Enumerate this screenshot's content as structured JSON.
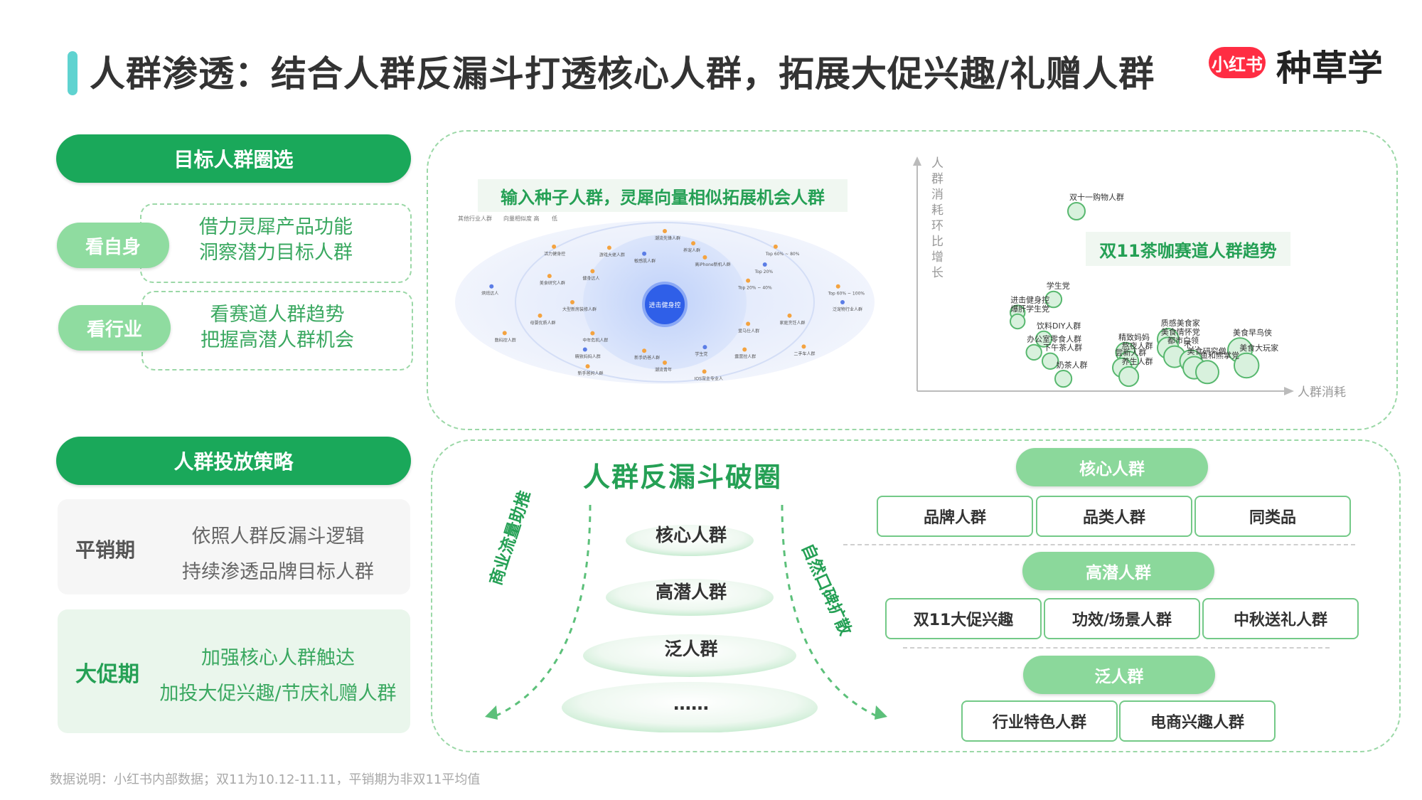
{
  "header": {
    "title": "人群渗透：结合人群反漏斗打透核心人群，拓展大促兴趣/礼赠人群",
    "logo_badge": "小红书",
    "logo_text": "种草学"
  },
  "left": {
    "section1_title": "目标人群圈选",
    "items": [
      {
        "tag": "看自身",
        "line1": "借力灵犀产品功能",
        "line2": "洞察潜力目标人群"
      },
      {
        "tag": "看行业",
        "line1": "看赛道人群趋势",
        "line2": "把握高潜人群机会"
      }
    ],
    "section2_title": "人群投放策略",
    "strategies": [
      {
        "period": "平销期",
        "line1": "依照人群反漏斗逻辑",
        "line2": "持续渗透品牌目标人群"
      },
      {
        "period": "大促期",
        "line1": "加强核心人群触达",
        "line2": "加投大促兴趣/节庆礼赠人群"
      }
    ]
  },
  "top_panel": {
    "seed_caption": "输入种子人群，灵犀向量相似拓展机会人群",
    "network_legend": [
      "其他行业人群",
      "向量相似度 高",
      "低"
    ],
    "network_center": "进击健身控",
    "network_nodes": [
      "泛宠物行业人群",
      "家庭烹饪人群",
      "爱马仕人群",
      "二手车人群",
      "露营控人群",
      "学生党",
      "IOS宠主专业人",
      "潮流青年",
      "新手奶爸人群",
      "新手爸妈人群",
      "精致妈妈人群",
      "中年危机人群",
      "数码控人群",
      "母婴优质人群",
      "大型新房装修人群",
      "烘焙达人",
      "美食研究人群",
      "健身达人",
      "活力健身控",
      "游戏大佬人群",
      "敏感肌人群",
      "潮流先锋人群",
      "养宠人群",
      "高iPhone新机人群",
      "Top 60% ~ 80%",
      "Top 20%",
      "Top 20% ~ 40%",
      "Top 60% ~ 100%"
    ],
    "trend_caption": "双11茶咖赛道人群趋势",
    "chart_data": {
      "type": "scatter",
      "title": "双11茶咖赛道人群趋势",
      "xlabel": "人群消耗",
      "ylabel": "人群消耗环比增长",
      "points": [
        {
          "label": "双十一购物人群",
          "x": 0.4,
          "y": 0.8
        },
        {
          "label": "学生党",
          "x": 0.33,
          "y": 0.4
        },
        {
          "label": "进击健身控",
          "x": 0.22,
          "y": 0.34
        },
        {
          "label": "爆肝学生党",
          "x": 0.22,
          "y": 0.3
        },
        {
          "label": "饮料DIY人群",
          "x": 0.3,
          "y": 0.22
        },
        {
          "label": "办公室零食人群",
          "x": 0.27,
          "y": 0.16
        },
        {
          "label": "精致妈妈",
          "x": 0.55,
          "y": 0.16
        },
        {
          "label": "质感美食家",
          "x": 0.68,
          "y": 0.22
        },
        {
          "label": "美食情怀党",
          "x": 0.68,
          "y": 0.18
        },
        {
          "label": "下午茶人群",
          "x": 0.32,
          "y": 0.12
        },
        {
          "label": "熬夜人群",
          "x": 0.56,
          "y": 0.12
        },
        {
          "label": "都市白领",
          "x": 0.7,
          "y": 0.14
        },
        {
          "label": "尝新人群",
          "x": 0.54,
          "y": 0.09
        },
        {
          "label": "美食早鸟侠",
          "x": 0.9,
          "y": 0.17
        },
        {
          "label": "不…",
          "x": 0.75,
          "y": 0.12
        },
        {
          "label": "美食研究僧",
          "x": 0.76,
          "y": 0.09
        },
        {
          "label": "美食大玩家",
          "x": 0.92,
          "y": 0.1
        },
        {
          "label": "鱼和熊掌党",
          "x": 0.8,
          "y": 0.07
        },
        {
          "label": "养生人群",
          "x": 0.56,
          "y": 0.05
        },
        {
          "label": "奶茶人群",
          "x": 0.36,
          "y": 0.04
        }
      ]
    }
  },
  "bottom_panel": {
    "funnel_title": "人群反漏斗破圈",
    "levels": [
      "核心人群",
      "高潜人群",
      "泛人群",
      "……"
    ],
    "left_arrow": "商业流量助推",
    "right_arrow": "自然口碑扩散",
    "groups": [
      {
        "name": "核心人群",
        "tags": [
          "品牌人群",
          "品类人群",
          "同类品"
        ]
      },
      {
        "name": "高潜人群",
        "tags": [
          "双11大促兴趣",
          "功效/场景人群",
          "中秋送礼人群"
        ]
      },
      {
        "name": "泛人群",
        "tags": [
          "行业特色人群",
          "电商兴趣人群"
        ]
      }
    ]
  },
  "footnote": "数据说明：小红书内部数据；双11为10.12-11.11，平销期为非双11平均值",
  "colors": {
    "primary_green": "#1aa85a",
    "light_green": "#8fdca0",
    "accent_text": "#25a055",
    "logo_red": "#ff2d43"
  }
}
